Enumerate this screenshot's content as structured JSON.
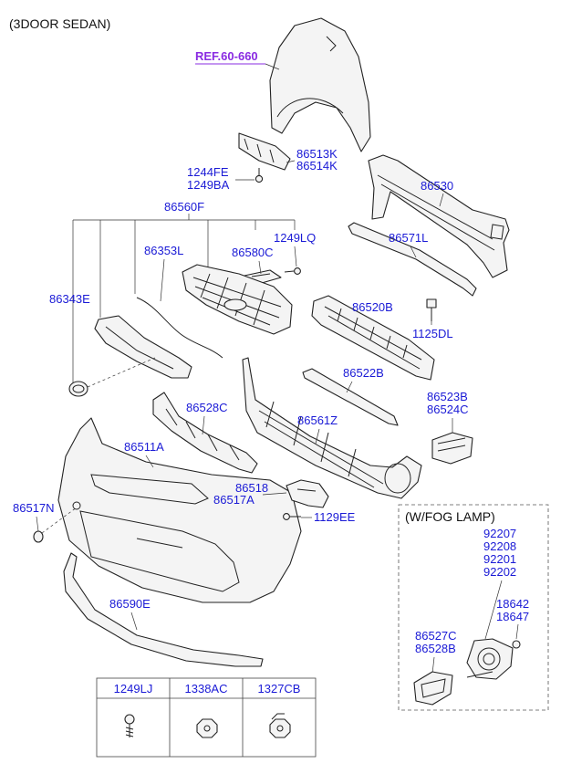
{
  "header": {
    "variant": "(3DOOR SEDAN)"
  },
  "reference": "REF.60-660",
  "labels": {
    "fender_bracket": [
      "86513K",
      "86514K"
    ],
    "screw_top": [
      "1244FE",
      "1249BA"
    ],
    "beam": "86530",
    "grille_assy": "86560F",
    "screw_grille": "1249LQ",
    "garnish_net": "86353L",
    "bracket_grille": "86580C",
    "cover_net": "86343E",
    "absorber": "86571L",
    "energy_absorber": "86520B",
    "bolt_beam": "1125DL",
    "lip_molding": "86522B",
    "fog_cover": [
      "86523B",
      "86524C"
    ],
    "lower_grille": "86561Z",
    "support_bracket": "86528C",
    "bumper_cover": "86511A",
    "side_bracket": [
      "86518",
      "86517A"
    ],
    "screw_side": "1129EE",
    "cap": "86517N",
    "lower_lip": "86590E"
  },
  "fog_lamp_box": {
    "title": "(W/FOG LAMP)",
    "lamp_numbers": [
      "92207",
      "92208",
      "92201",
      "92202"
    ],
    "bulb_numbers": [
      "18642",
      "18647"
    ],
    "bezel_numbers": [
      "86527C",
      "86528B"
    ]
  },
  "fastener_table": {
    "headers": [
      "1249LJ",
      "1338AC",
      "1327CB"
    ],
    "icons": [
      "screw-icon",
      "nut-icon",
      "clip-nut-icon"
    ]
  }
}
